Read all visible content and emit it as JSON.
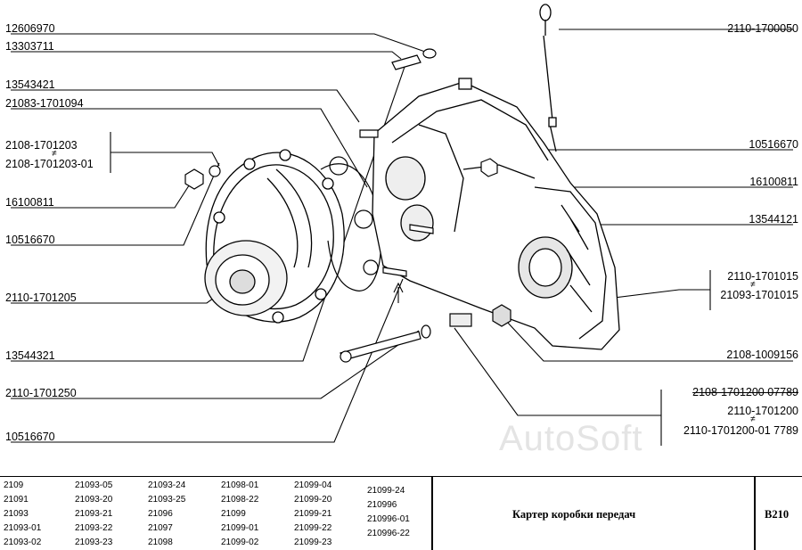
{
  "labels": {
    "l1": "12606970",
    "l2": "13303711",
    "l3": "13543421",
    "l4": "21083-1701094",
    "l5a": "2108-1701203",
    "l5b": "2108-1701203-01",
    "l6": "16100811",
    "l7": "10516670",
    "l8": "2110-1701205",
    "l9": "13544321",
    "l10": "2110-1701250",
    "l11": "10516670",
    "r1": "2110-1700050",
    "r2": "10516670",
    "r3": "16100811",
    "r4": "13544121",
    "r5a": "2110-1701015",
    "r5b": "21093-1701015",
    "r6": "2108-1009156",
    "r7a": "2108-1701200  07789",
    "r7b": "2110-1701200",
    "r7c": "2110-1701200-01  7789",
    "not_equal": "≠"
  },
  "watermark": "AutoSoft",
  "footer": {
    "models": [
      [
        "2109",
        "21091",
        "21093",
        "21093-01",
        "21093-02"
      ],
      [
        "21093-05",
        "21093-20",
        "21093-21",
        "21093-22",
        "21093-23"
      ],
      [
        "21093-24",
        "21093-25",
        "21096",
        "21097",
        "21098"
      ],
      [
        "21098-01",
        "21098-22",
        "21099",
        "21099-01",
        "21099-02"
      ],
      [
        "21099-04",
        "21099-20",
        "21099-21",
        "21099-22",
        "21099-23"
      ],
      [
        "21099-24",
        "210996",
        "210996-01",
        "210996-22"
      ]
    ],
    "title": "Картер коробки передач",
    "code": "B210"
  }
}
